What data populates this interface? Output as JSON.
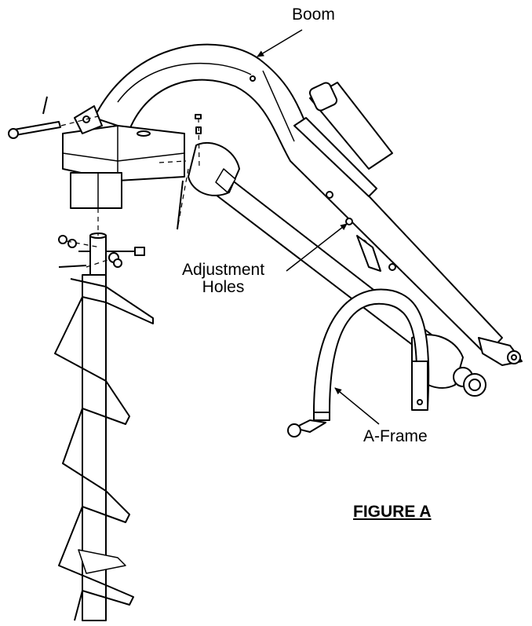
{
  "labels": {
    "boom": "Boom",
    "adjustment_holes_line1": "Adjustment",
    "adjustment_holes_line2": "Holes",
    "a_frame": "A-Frame"
  },
  "figure_caption": "FIGURE A",
  "colors": {
    "line": "#000000",
    "fill": "#ffffff"
  }
}
